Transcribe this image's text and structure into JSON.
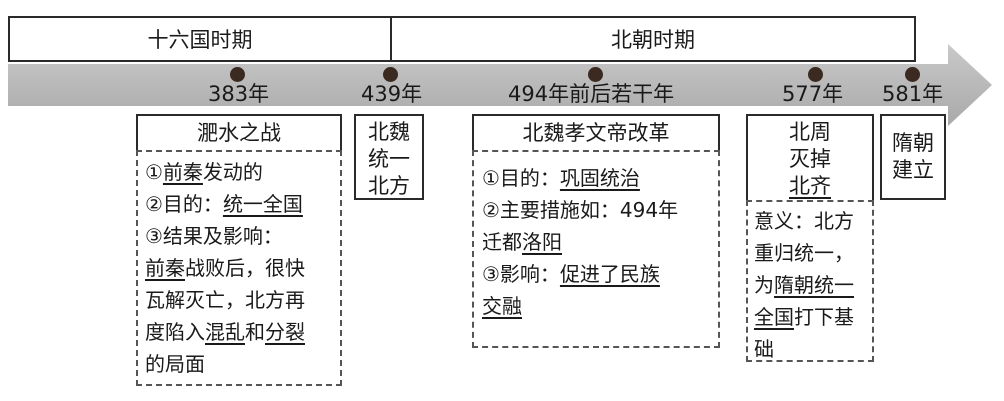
{
  "periods": {
    "sixteen_kingdoms": "十六国时期",
    "northern_dynasties": "北朝时期"
  },
  "years": {
    "y383": "383年",
    "y439": "439年",
    "y494": "494年前后若干年",
    "y577": "577年",
    "y581": "581年"
  },
  "events": {
    "feishui": {
      "title": "淝水之战",
      "l1a": "①",
      "l1b": "前秦",
      "l1c": "发动的",
      "l2a": "②目的：",
      "l2b": "统一全国",
      "l3": "③结果及影响：",
      "l4a": "前秦",
      "l4b": "战败后，很快",
      "l5": "瓦解灭亡，北方再",
      "l6a": "度陷入",
      "l6b": "混乱",
      "l6c": "和",
      "l6d": "分裂",
      "l7": "的局面"
    },
    "beiwei_unify": {
      "l1": "北魏",
      "l2": "统一",
      "l3": "北方"
    },
    "reform": {
      "title": "北魏孝文帝改革",
      "l1a": "①目的：",
      "l1b": "巩固统治",
      "l2": "②主要措施如：494年",
      "l3a": "迁都",
      "l3b": "洛阳",
      "l4a": "③影响：",
      "l4b": "促进了民族",
      "l5": "交融"
    },
    "beizhou": {
      "l1": "北周",
      "l2": "灭掉",
      "l3": "北齐",
      "m1": "意义：北方",
      "m2": "重归统一，",
      "m3a": "为",
      "m3b": "隋朝统一",
      "m4a": "全国",
      "m4b": "打下基",
      "m5": "础"
    },
    "sui": {
      "l1": "隋朝",
      "l2": "建立"
    }
  }
}
